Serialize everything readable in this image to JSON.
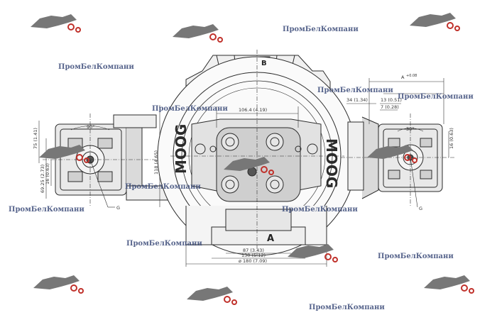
{
  "watermark": {
    "company": "ПромБелКомпани"
  },
  "brand": {
    "main_text": "MOOG",
    "port_label": "B"
  },
  "labels": {
    "section_a": "A",
    "right_view_a": "A",
    "gauge_port_left": "G",
    "gauge_port_right": "G"
  },
  "dimensions": {
    "top_width": "106.4 (4.19)",
    "bottom_87": "87 (3.43)",
    "bottom_130": "130 (5.12)",
    "bottom_180": "ø 180 (7.09)",
    "left_75": "75 (1.41)",
    "left_69": "69.25 (2.73)",
    "left_16": "16 (0.63)",
    "left_118": "118 (4.65)",
    "left_angle": "90°",
    "right_tol": "+0.08",
    "right_34": "34 (1.34)",
    "right_13": "13 (0.51)",
    "right_7": "7 (0.28)",
    "right_16": "16 (0.63)",
    "right_angle": "30°"
  },
  "colors": {
    "line": "#2b2b2b",
    "hatch": "#9a9a9a",
    "watermark": "#3a4a78",
    "logo_red": "#c0312b"
  }
}
